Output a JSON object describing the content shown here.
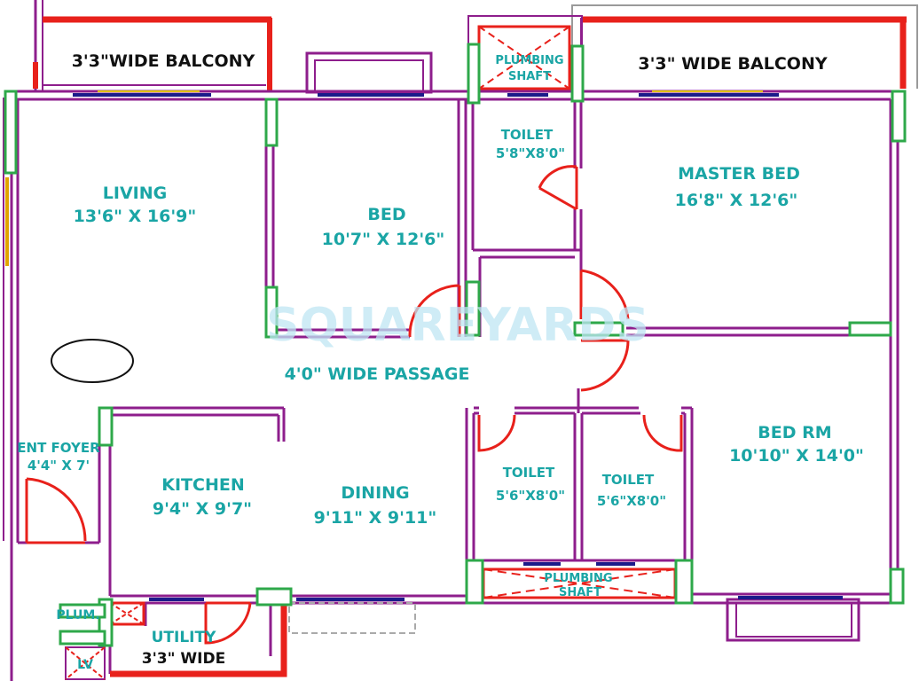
{
  "colors": {
    "wall": "#8e1e8c",
    "accent": "#e8211b",
    "column": "#2ea84a",
    "window": "#1b1b8a",
    "label": "#1aa5a5",
    "watermark": "#bfe6f3"
  },
  "rooms": {
    "balcony_left": "3'3\"WIDE BALCONY",
    "balcony_right": "3'3\" WIDE BALCONY",
    "plumbing_top_1": "PLUMBING",
    "plumbing_top_2": "SHAFT",
    "toilet_top_name": "TOILET",
    "toilet_top_size": "5'8\"X8'0\"",
    "living_name": "LIVING",
    "living_size": "13'6\" X 16'9\"",
    "bed_name": "BED",
    "bed_size": "10'7\" X 12'6\"",
    "master_name": "MASTER BED",
    "master_size": "16'8\" X 12'6\"",
    "passage": "4'0\" WIDE PASSAGE",
    "foyer_name": "ENT FOYER",
    "foyer_size": "4'4\" X 7'",
    "kitchen_name": "KITCHEN",
    "kitchen_size": "9'4\" X 9'7\"",
    "dining_name": "DINING",
    "dining_size": "9'11\" X 9'11\"",
    "toilet_a_name": "TOILET",
    "toilet_a_size": "5'6\"X8'0\"",
    "toilet_b_name": "TOILET",
    "toilet_b_size": "5'6\"X8'0\"",
    "bedrm_name": "BED RM",
    "bedrm_size": "10'10\" X 14'0\"",
    "plumbing_bottom_1": "PLUMBING",
    "plumbing_bottom_2": "SHAFT",
    "plum": "PLUM.",
    "lv": "LV",
    "utility_name": "UTILITY",
    "utility_size": "3'3\" WIDE"
  },
  "watermark": "SQUAREYARDS"
}
